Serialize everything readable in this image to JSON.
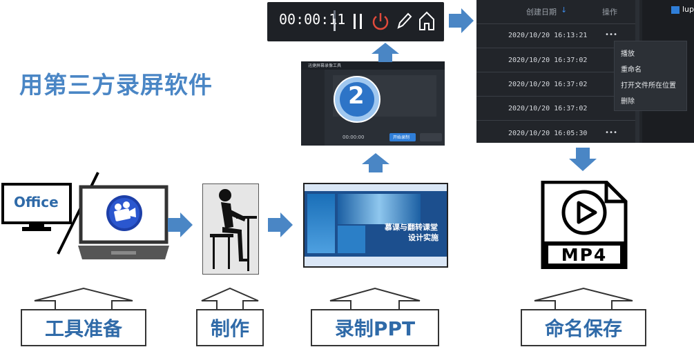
{
  "title": "用第三方录屏软件",
  "steps": {
    "tools": "工具准备",
    "make": "制作",
    "record": "录制PPT",
    "save": "命名保存"
  },
  "office_label": "Office",
  "recorder_bar": {
    "time": "00:00:11"
  },
  "recorder_window": {
    "title": "迅捷屏幕录像工具",
    "countdown": "2",
    "timer": "00:00:00",
    "start_button": "开始录制"
  },
  "file_list": {
    "header_date": "创建日期",
    "header_sort_arrow": "↓",
    "header_ops": "操作",
    "right_label": "lupi",
    "rows": [
      "2020/10/20 16:13:21",
      "2020/10/20 16:37:02",
      "2020/10/20 16:37:02",
      "2020/10/20 16:37:02",
      "2020/10/20 16:05:30"
    ],
    "row_menu": "•••",
    "context_menu": [
      "播放",
      "重命名",
      "打开文件所在位置",
      "删除"
    ]
  },
  "ppt_slide": {
    "heading_line1": "慕课与翻转课堂",
    "heading_line2": "设计实施"
  },
  "mp4_label": "MP4",
  "colors": {
    "accent_blue": "#4a86c5",
    "label_text": "#2f6aa8",
    "dark_ui": "#1e2126"
  }
}
